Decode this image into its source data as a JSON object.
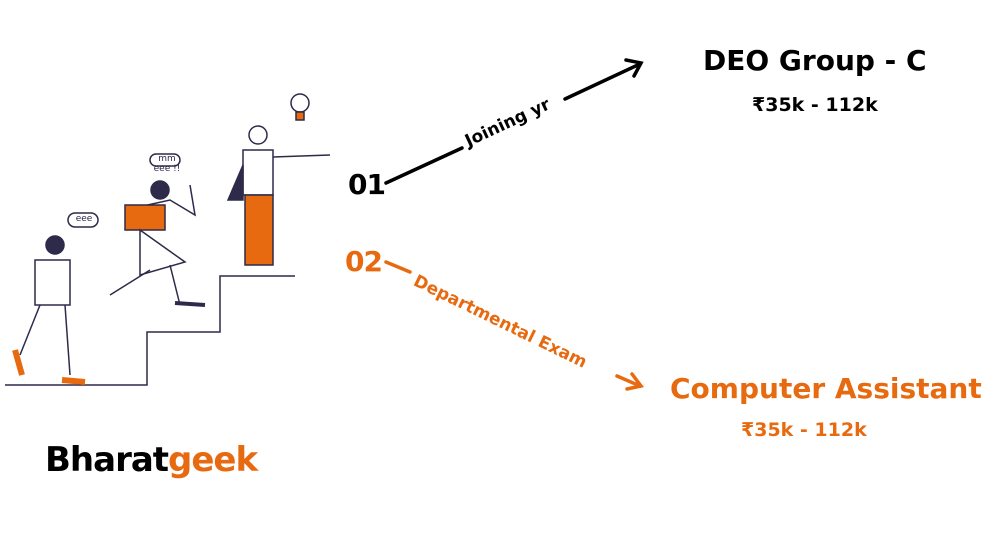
{
  "colors": {
    "accent": "#e86a10",
    "dark": "#000000"
  },
  "path1": {
    "number": "01",
    "label": "Joining yr",
    "title": "DEO Group - C",
    "salary": "₹35k - 112k"
  },
  "path2": {
    "number": "02",
    "label": "Departmental Exam",
    "title": "Computer Assistant",
    "salary": "₹35k - 112k"
  },
  "logo": {
    "part1": "Bharat",
    "part2": "geek"
  },
  "illustration": {
    "bubble1": "eee",
    "bubble2": "mm eee !!"
  }
}
